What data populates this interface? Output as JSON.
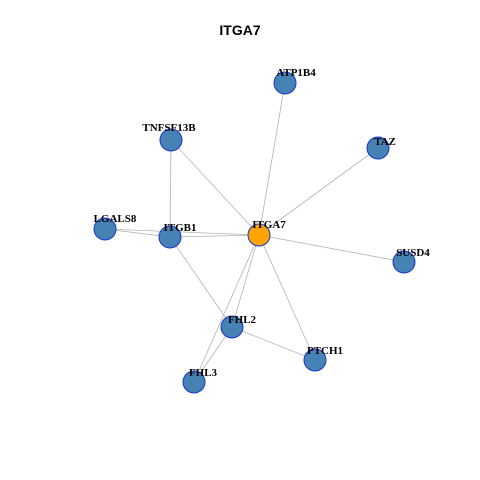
{
  "title": "ITGA7",
  "colors": {
    "hub_fill": "#ffa500",
    "node_fill": "#4682b4",
    "node_stroke": "#1a33cc",
    "edge": "#b3b3b3"
  },
  "nodes": [
    {
      "id": "ITGA7",
      "label": "ITGA7",
      "hub": true
    },
    {
      "id": "ATP1B4",
      "label": "ATP1B4",
      "hub": false
    },
    {
      "id": "TNFSF13B",
      "label": "TNFSF13B",
      "hub": false
    },
    {
      "id": "TAZ",
      "label": "TAZ",
      "hub": false
    },
    {
      "id": "LGALS8",
      "label": "LGALS8",
      "hub": false
    },
    {
      "id": "ITGB1",
      "label": "ITGB1",
      "hub": false
    },
    {
      "id": "SUSD4",
      "label": "SUSD4",
      "hub": false
    },
    {
      "id": "FHL2",
      "label": "FHL2",
      "hub": false
    },
    {
      "id": "PTCH1",
      "label": "PTCH1",
      "hub": false
    },
    {
      "id": "FHL3",
      "label": "FHL3",
      "hub": false
    }
  ],
  "edges": [
    [
      "ITGA7",
      "ATP1B4"
    ],
    [
      "ITGA7",
      "TNFSF13B"
    ],
    [
      "ITGA7",
      "TAZ"
    ],
    [
      "ITGA7",
      "LGALS8"
    ],
    [
      "ITGA7",
      "ITGB1"
    ],
    [
      "ITGA7",
      "SUSD4"
    ],
    [
      "ITGA7",
      "FHL2"
    ],
    [
      "ITGA7",
      "PTCH1"
    ],
    [
      "ITGA7",
      "FHL3"
    ],
    [
      "TNFSF13B",
      "ITGB1"
    ],
    [
      "LGALS8",
      "ITGB1"
    ],
    [
      "ITGB1",
      "FHL2"
    ],
    [
      "FHL2",
      "PTCH1"
    ],
    [
      "FHL2",
      "FHL3"
    ]
  ]
}
